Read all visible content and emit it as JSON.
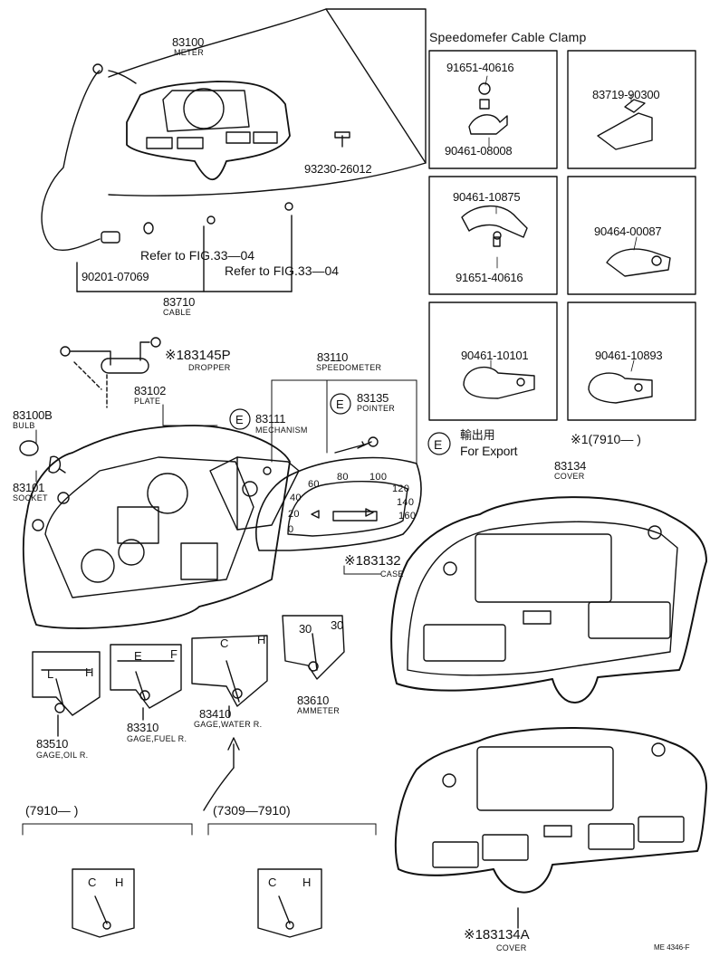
{
  "clamp_section": {
    "title": "Speedomefer  Cable  Clamp",
    "parts": [
      "91651-40616",
      "90461-08008",
      "83719-90300",
      "90461-10875",
      "91651-40616",
      "90464-00087",
      "90461-10101",
      "90461-10893"
    ]
  },
  "labels": {
    "meter_no": "83100",
    "meter_name": "METER",
    "screw_no": "93230-26012",
    "refer1": "Refer to  FIG.33—04",
    "refer2": "Refer to  FIG.33—04",
    "washer_no": "90201-07069",
    "cable_no": "83710",
    "cable_name": "CABLE",
    "dropper_no": "※183145P",
    "dropper_name": "DROPPER",
    "speedo_no": "83110",
    "speedo_name": "SPEEDOMETER",
    "plate_no": "83102",
    "plate_name": "PLATE",
    "pointer_e": "E",
    "pointer_no": "83135",
    "pointer_name": "POINTER",
    "mech_e": "E",
    "mech_no": "83111",
    "mech_name": "MECHANISM",
    "bulb_no": "83100B",
    "bulb_name": "BULB",
    "socket_no": "83101",
    "socket_name": "SOCKET",
    "export_e": "E",
    "export_jp": "輸出用",
    "export_en": "For Export",
    "cover_note": "※1(7910—      )",
    "cover_no": "83134",
    "cover_name": "COVER",
    "case_no": "※183132",
    "case_name": "CASE",
    "oil_no": "83510",
    "oil_name": "GAGE,OIL R.",
    "fuel_no": "83310",
    "fuel_name": "GAGE,FUEL R.",
    "water_no": "83410",
    "water_name": "GAGE,WATER R.",
    "amm_no": "83610",
    "amm_name": "AMMETER",
    "range1": "(7910—       )",
    "range2": "(7309—7910)",
    "cover2_no": "※183134A",
    "cover2_name": "COVER",
    "code": "ME 4346-F"
  },
  "gauge_marks": {
    "oil_l": "L",
    "oil_h": "H",
    "fuel_e": "E",
    "fuel_f": "F",
    "water_c": "C",
    "water_h": "H",
    "amm_30a": "30",
    "amm_30b": "30",
    "g1_c": "C",
    "g1_h": "H",
    "g2_c": "C",
    "g2_h": "H"
  },
  "speedo_dial": [
    "20",
    "40",
    "60",
    "80",
    "100",
    "120",
    "140",
    "160",
    "0"
  ]
}
